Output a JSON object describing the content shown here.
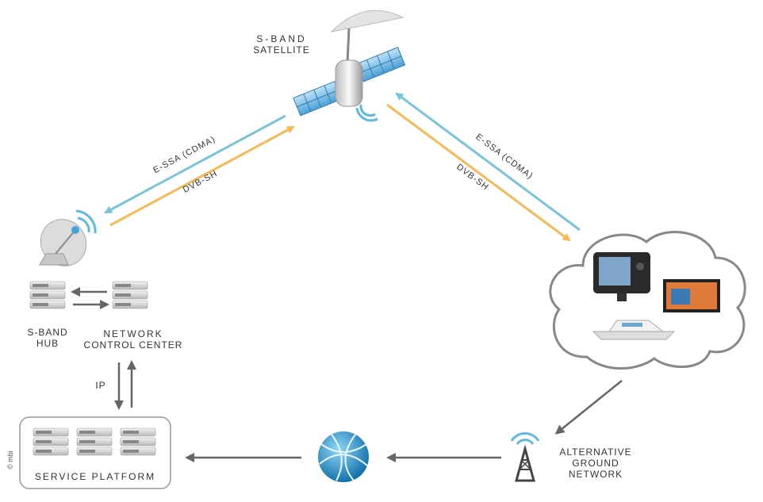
{
  "satellite": {
    "line1": "S-BAND",
    "line2": "SATELLITE"
  },
  "hub": {
    "line1": "S-BAND",
    "line2": "HUB"
  },
  "ncc": {
    "line1": "NETWORK",
    "line2": "CONTROL CENTER"
  },
  "ip_label": "IP",
  "service_platform": "SERVICE PLATFORM",
  "ground": {
    "line1": "ALTERNATIVE",
    "line2": "GROUND",
    "line3": "NETWORK"
  },
  "links": {
    "left_uplink": "E-SSA (CDMA)",
    "left_downlink": "DVB-SH",
    "right_uplink": "E-SSA (CDMA)",
    "right_downlink": "DVB-SH"
  },
  "copyright": "© mbi",
  "colors": {
    "essa": "#79c4d8",
    "dvbsh": "#f7b955",
    "arrow": "#666666"
  }
}
